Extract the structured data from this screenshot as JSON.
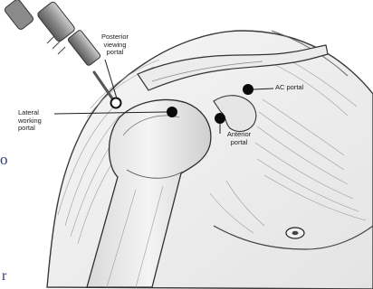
{
  "labels": {
    "posterior_viewing_portal": "Posterior\nviewing\nportal",
    "lateral_working_portal": "Lateral\nworking\nportal",
    "ac_portal": "AC portal",
    "anterior_portal": "Anterior\nportal"
  },
  "edge_text": {
    "left_char_1": "o",
    "left_char_2": "r"
  },
  "colors": {
    "line": "#2a2a2a",
    "muscle": "#f2f2f2",
    "bone": "#e8e8e8",
    "portal_dot": "#0a0a0a",
    "edge_text": "#2b3a78"
  }
}
